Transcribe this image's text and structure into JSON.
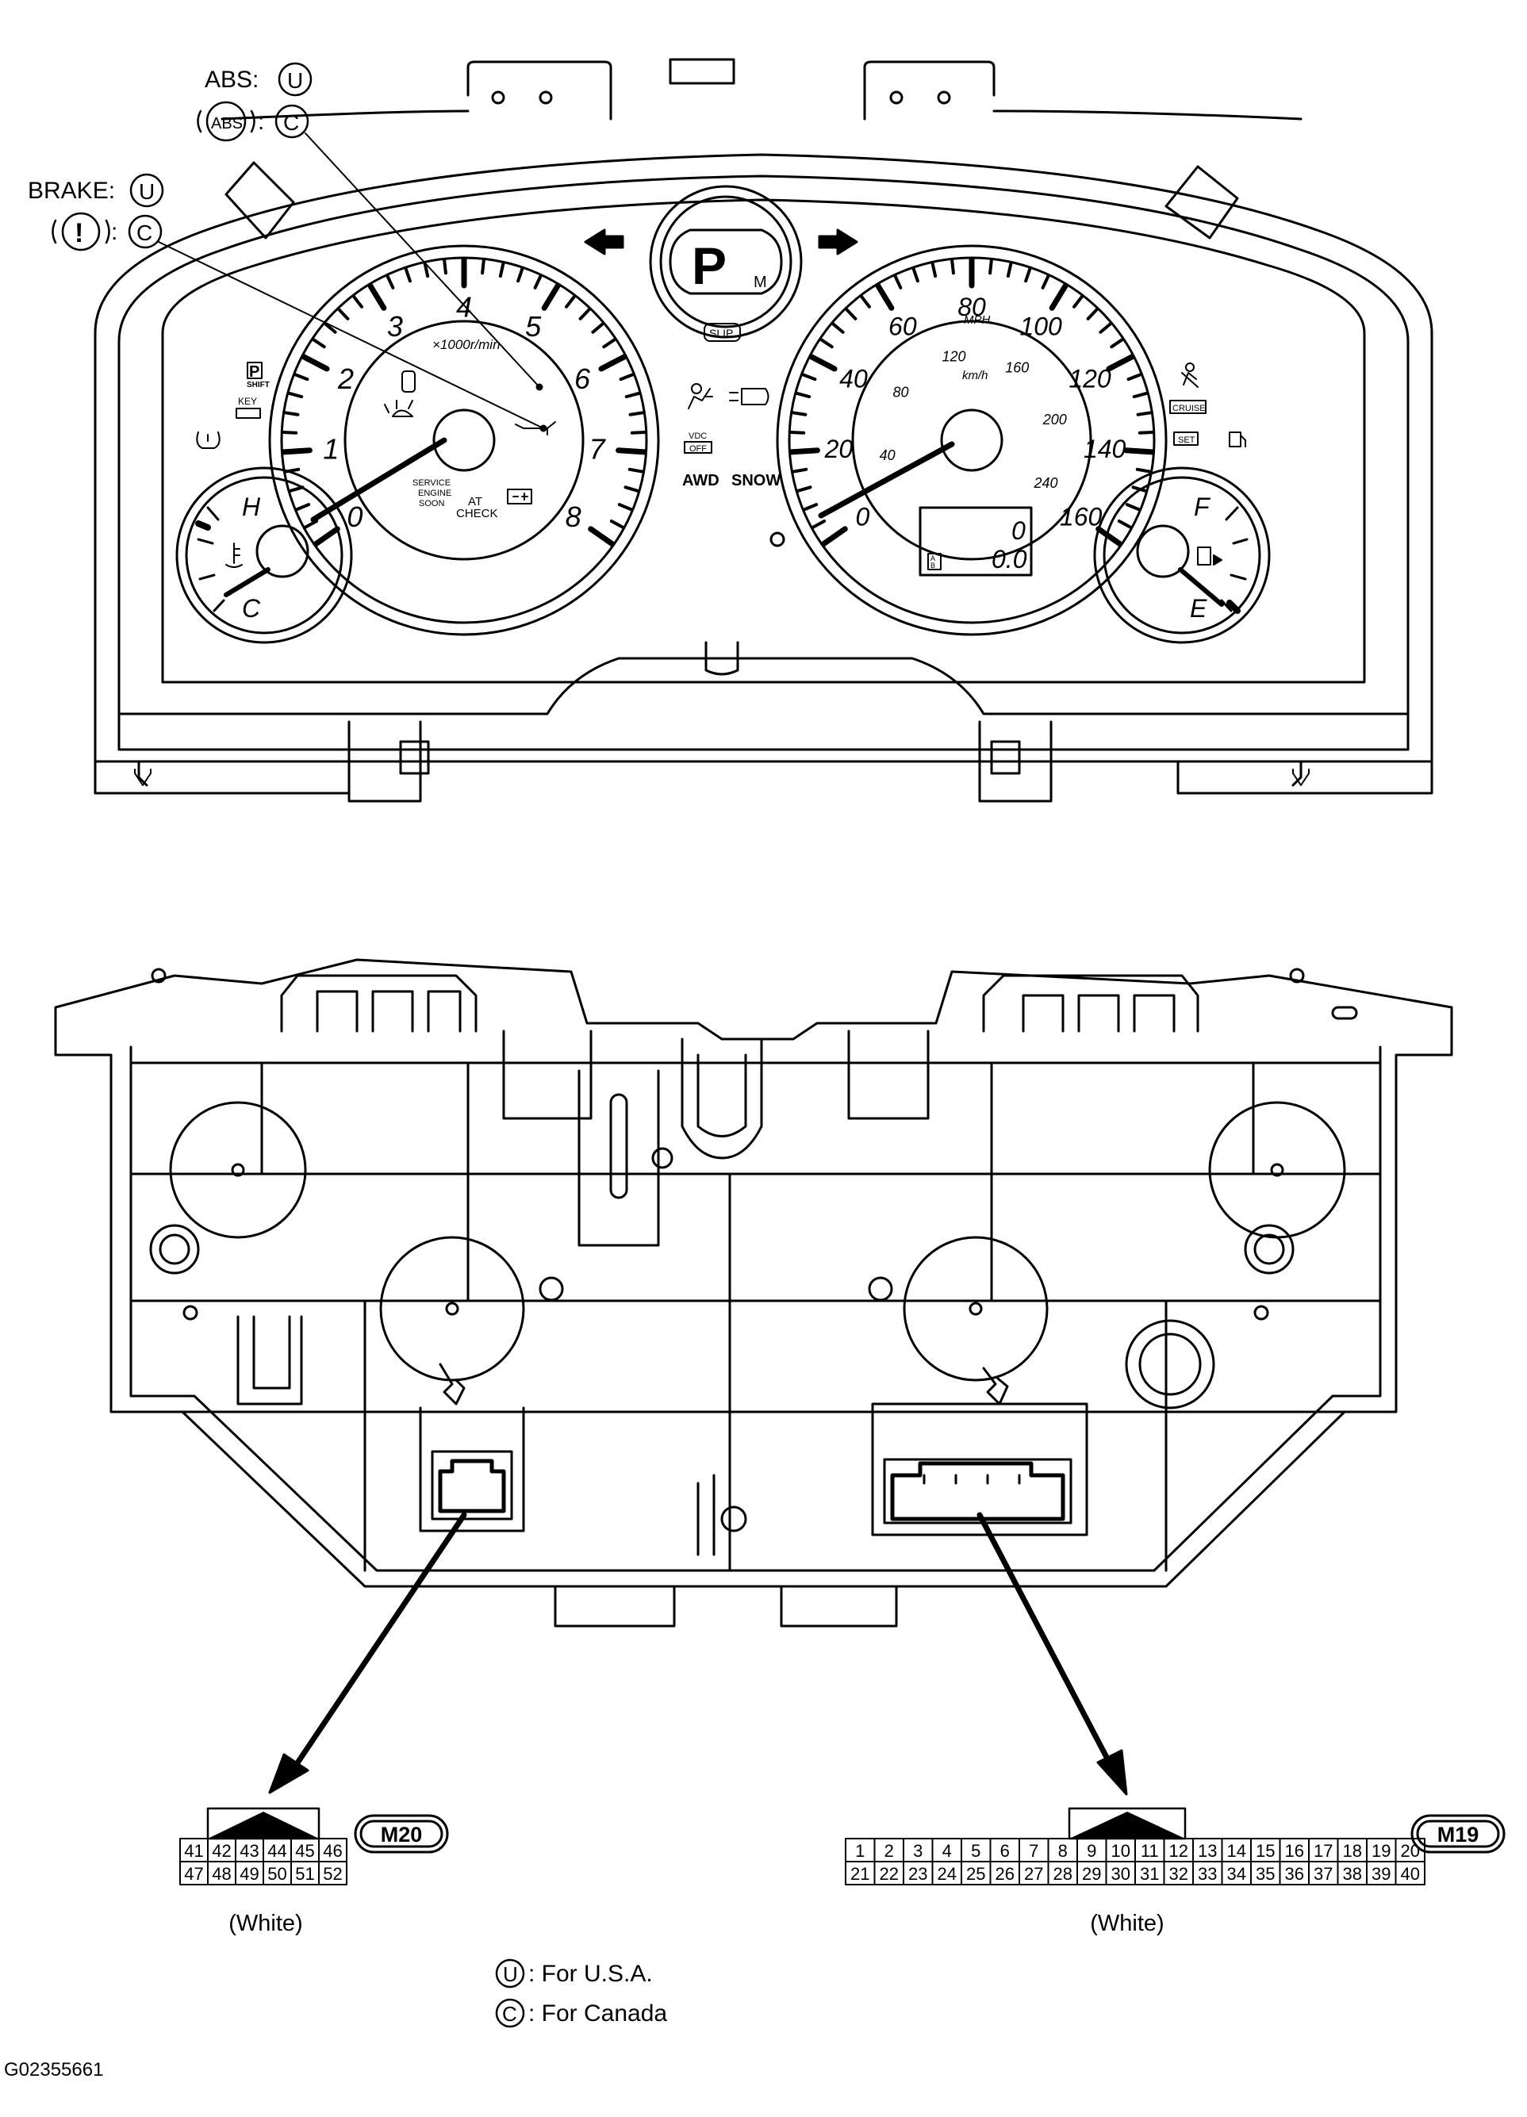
{
  "callouts": {
    "abs_label": "ABS:",
    "abs_symbol": "ABS",
    "brake_label": "BRAKE:",
    "brake_symbol": "!",
    "colon": ":",
    "u": "U",
    "c": "C"
  },
  "cluster": {
    "tacho_numbers": [
      "0",
      "1",
      "2",
      "3",
      "4",
      "5",
      "6",
      "7",
      "8"
    ],
    "tacho_unit": "×1000r/min",
    "service_text": [
      "SERVICE",
      "ENGINE",
      "SOON"
    ],
    "at_check": [
      "AT",
      "CHECK"
    ],
    "temp_h": "H",
    "temp_c": "C",
    "fuel_f": "F",
    "fuel_e": "E",
    "gear": "P",
    "gear_mode": "M",
    "slip": "SLIP",
    "vdc": "VDC",
    "vdc_off": "OFF",
    "awd": "AWD",
    "snow": "SNOW",
    "cruise": "CRUISE",
    "set": "SET",
    "key": "KEY",
    "shift": "SHIFT",
    "shift_p": "P",
    "mph_label": "MPH",
    "kmh_label": "km/h",
    "mph_numbers": [
      "0",
      "20",
      "40",
      "60",
      "80",
      "100",
      "120",
      "140",
      "160"
    ],
    "kmh_numbers": [
      "40",
      "80",
      "120",
      "160",
      "200",
      "240"
    ],
    "odo_top": "0",
    "odo_bottom": "0.0",
    "trip_a": "A",
    "trip_b": "B"
  },
  "connectors": {
    "m20": {
      "id": "M20",
      "row1": [
        "41",
        "42",
        "43",
        "44",
        "45",
        "46"
      ],
      "row2": [
        "47",
        "48",
        "49",
        "50",
        "51",
        "52"
      ],
      "color": "(White)"
    },
    "m19": {
      "id": "M19",
      "row1": [
        "1",
        "2",
        "3",
        "4",
        "5",
        "6",
        "7",
        "8",
        "9",
        "10",
        "11",
        "12",
        "13",
        "14",
        "15",
        "16",
        "17",
        "18",
        "19",
        "20"
      ],
      "row2": [
        "21",
        "22",
        "23",
        "24",
        "25",
        "26",
        "27",
        "28",
        "29",
        "30",
        "31",
        "32",
        "33",
        "34",
        "35",
        "36",
        "37",
        "38",
        "39",
        "40"
      ],
      "color": "(White)"
    }
  },
  "legend": {
    "u_text": ": For U.S.A.",
    "c_text": ": For Canada"
  },
  "figure_id": "G02355661"
}
